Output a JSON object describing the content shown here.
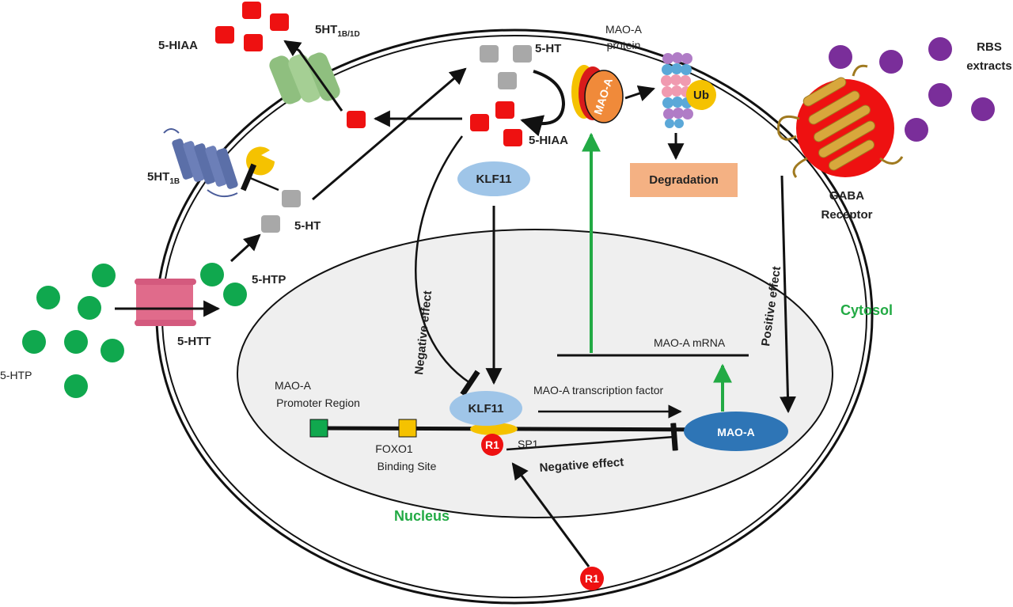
{
  "labels": {
    "hiaa_top": "5-HIAA",
    "ht1b1d_main": "5HT",
    "ht1b1d_sub": "1B/1D",
    "ht_top": "5-HT",
    "maoa_protein_line1": "MAO-A",
    "maoa_protein_line2": "protein",
    "maoa_on_enzyme": "MAO-A",
    "ub": "Ub",
    "degradation": "Degradation",
    "rbs_line1": "RBS",
    "rbs_line2": "extracts",
    "hiaa_mid": "5-HIAA",
    "ht1b_main": "5HT",
    "ht1b_sub": "1B",
    "klf11_top": "KLF11",
    "gaba_line1": "GABA",
    "gaba_line2": "Receptor",
    "ht_mid": "5-HT",
    "htp_near": "5-HTP",
    "htt": "5-HTT",
    "htp_far": "5-HTP",
    "positive_effect": "Positive effect",
    "cytosol": "Cytosol",
    "negative_effect_vertical": "Negative effect",
    "maoa_mrna": "MAO-A mRNA",
    "promoter_line1": "MAO-A",
    "promoter_line2": "Promoter Region",
    "maoa_tf": "MAO-A transcription factor",
    "klf11_nucleus": "KLF11",
    "maoa_gene": "MAO-A",
    "r1_bound": "R1",
    "sp1": "SP1",
    "negative_effect_horizontal": "Negative effect",
    "foxo1_line1": "FOXO1",
    "foxo1_line2": "Binding Site",
    "nucleus": "Nucleus",
    "r1_free": "R1"
  },
  "colors": {
    "serotonin_metabolite": "#ee1111",
    "serotonin": "#a8a8a8",
    "htp": "#10a84e",
    "rbs_extract": "#7a2e9a",
    "klf11": "#9fc5e8",
    "maoa_gene": "#2e75b6",
    "degradation_box": "#f4b183",
    "location_label": "#22aa44",
    "positive_arrow": "#22aa44"
  }
}
